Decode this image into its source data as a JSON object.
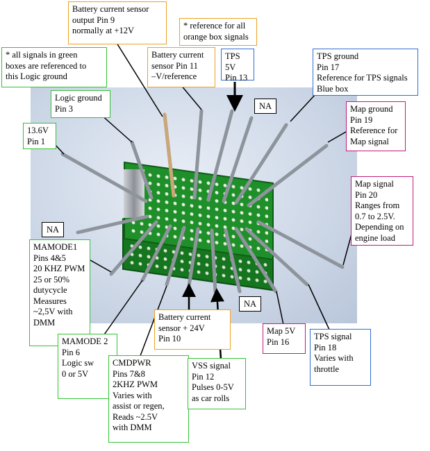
{
  "labels": {
    "battery_sensor_output": "Battery current sensor\noutput  Pin 9\nnormally at +12V",
    "reference_orange": "* reference for all\norange box signals",
    "green_reference_note": "* all signals in green\nboxes are referenced to\nthis Logic ground",
    "battery_sensor_pin11": "Battery current\nsensor Pin 11\n–V/reference",
    "tps_5v": "TPS 5V\nPin 13",
    "tps_ground": "TPS ground\nPin 17\nReference for TPS signals\nBlue box",
    "logic_ground": "Logic ground\nPin 3",
    "na_top": "NA",
    "map_ground": "Map ground\nPin 19\nReference for\nMap signal",
    "v13_6": "13.6V\nPin 1",
    "map_signal": "Map signal\nPin 20\nRanges from\n0.7 to 2.5V.\nDepending on\nengine load",
    "na_left": "NA",
    "mamode1": "MAMODE1\nPins 4&5\n20 KHZ PWM\n25 or 50%\ndutycycle\nMeasures\n~2,5V with\nDMM",
    "na_bottom": "NA",
    "battery_sensor_24v": "Battery current\nsensor + 24V\nPin 10",
    "map_5v": "Map 5V\nPin 16",
    "tps_signal": "TPS signal\nPin 18\nVaries with\nthrottle",
    "mamode2": "MAMODE 2\nPin 6\nLogic sw\n 0 or 5V",
    "cmdpwr": "CMDPWR\nPins 7&8\n2KHZ PWM\nVaries with\nassist or regen,\nReads ~2.5V\nwith DMM",
    "vss_signal": "VSS signal\nPin 12\nPulses 0-5V\nas car rolls"
  },
  "colors": {
    "orange_box": "#f0a020",
    "green_box": "#33c233",
    "blue_box": "#2f6fd1",
    "magenta_box": "#c01a7a",
    "pcb_green": "#1f8f2a"
  }
}
